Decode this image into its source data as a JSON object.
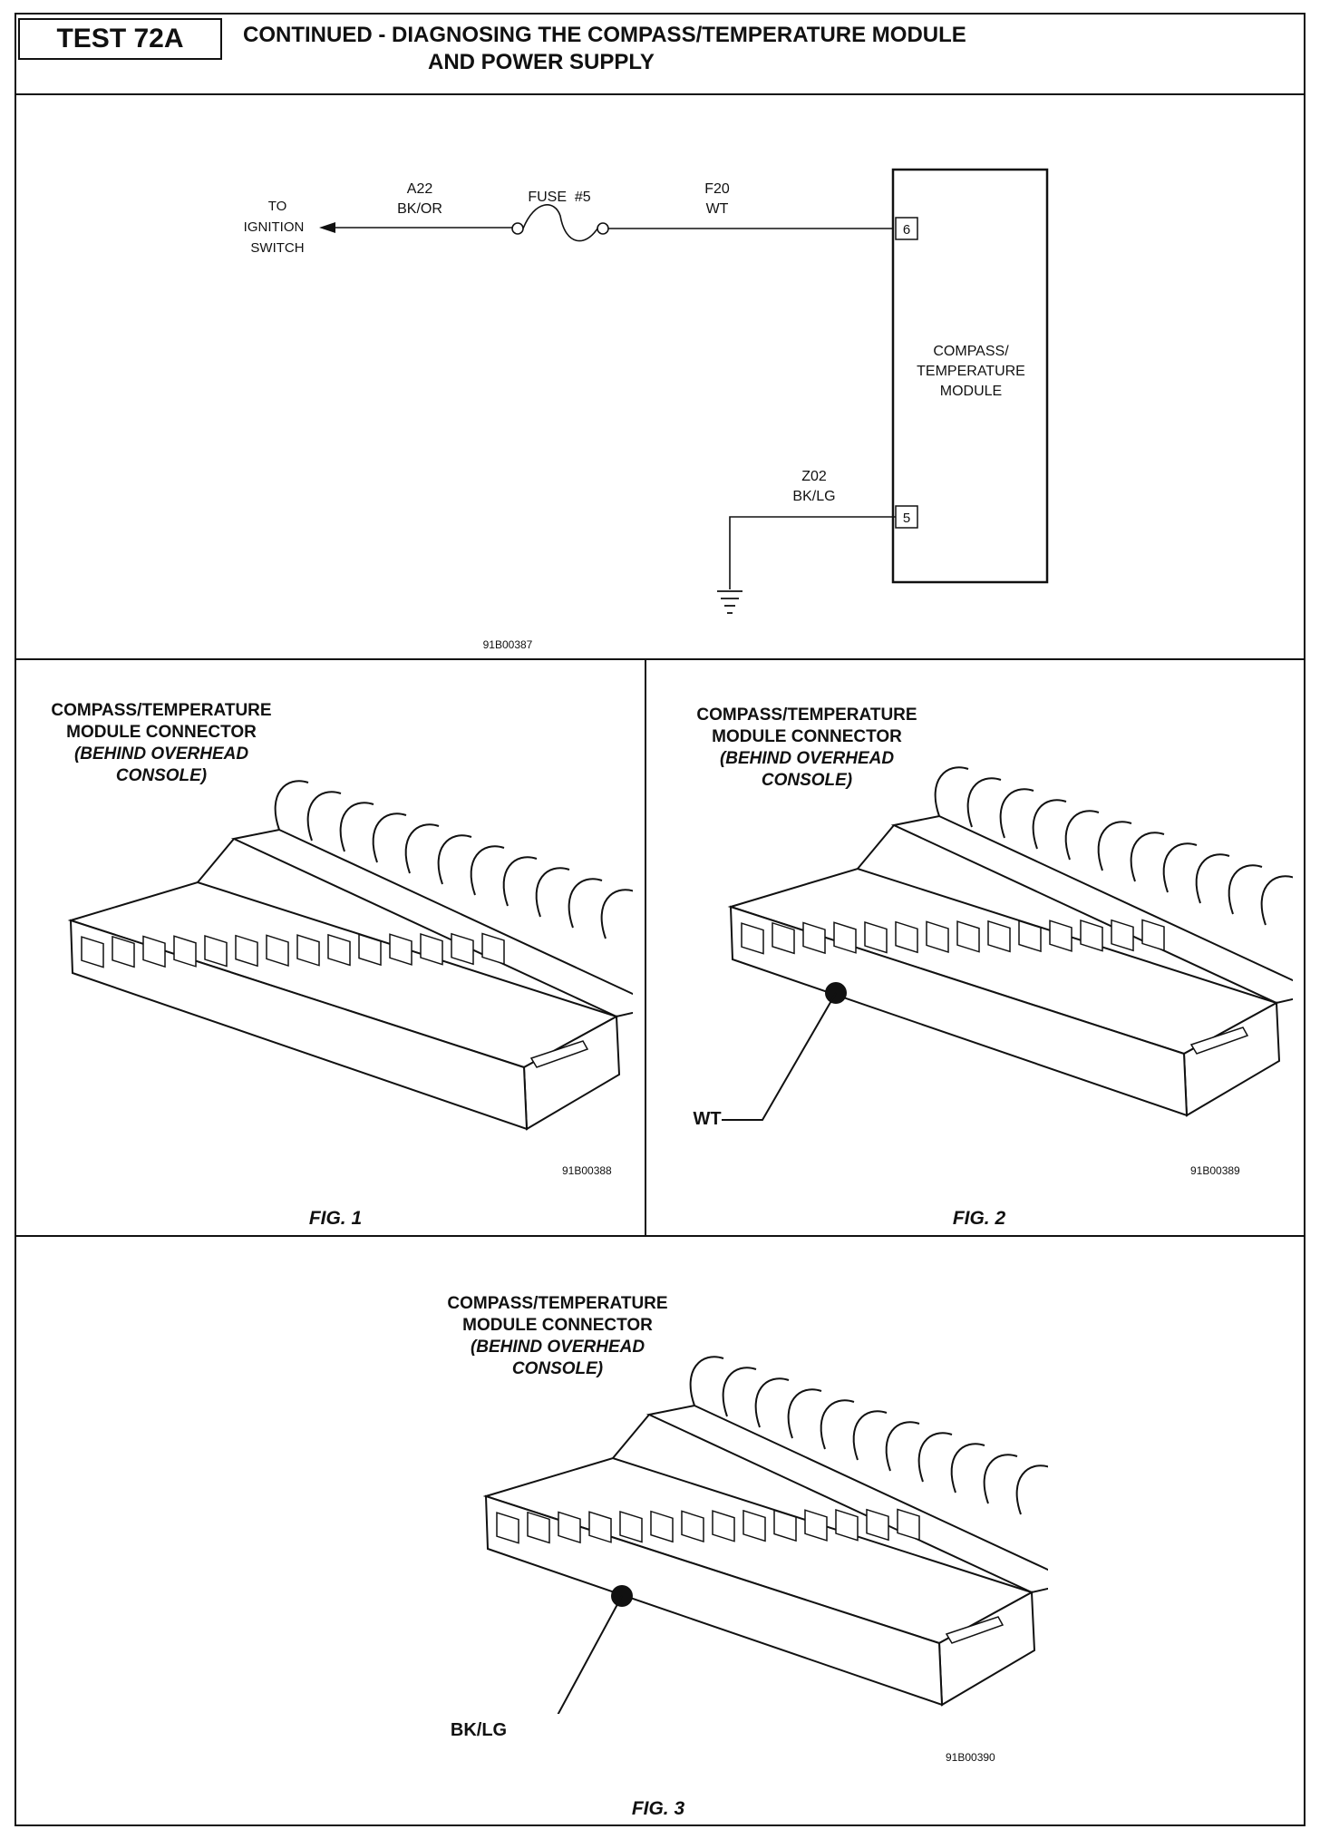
{
  "header": {
    "test_number": "TEST 72A",
    "title_line1": "CONTINUED -  DIAGNOSING THE COMPASS/TEMPERATURE MODULE",
    "title_line2": "AND POWER SUPPLY"
  },
  "schematic": {
    "ignition_label": [
      "TO",
      "IGNITION",
      "SWITCH"
    ],
    "wire_a22_circuit": "A22",
    "wire_a22_color": "BK/OR",
    "fuse_label": "FUSE  #5",
    "wire_f20_circuit": "F20",
    "wire_f20_color": "WT",
    "module_name": [
      "COMPASS/",
      "TEMPERATURE",
      "MODULE"
    ],
    "pin_top": "6",
    "pin_bottom": "5",
    "wire_z02_circuit": "Z02",
    "wire_z02_color": "BK/LG",
    "figure_code": "91B00387"
  },
  "figures": [
    {
      "title_line1": "COMPASS/TEMPERATURE",
      "title_line2": "MODULE CONNECTOR",
      "title_line3": "(BEHIND OVERHEAD",
      "title_line4": "CONSOLE)",
      "callout": "",
      "code": "91B00388",
      "caption": "FIG. 1"
    },
    {
      "title_line1": "COMPASS/TEMPERATURE",
      "title_line2": "MODULE CONNECTOR",
      "title_line3": "(BEHIND OVERHEAD",
      "title_line4": "CONSOLE)",
      "callout": "WT",
      "code": "91B00389",
      "caption": "FIG. 2"
    },
    {
      "title_line1": "COMPASS/TEMPERATURE",
      "title_line2": "MODULE CONNECTOR",
      "title_line3": "(BEHIND OVERHEAD",
      "title_line4": "CONSOLE)",
      "callout": "BK/LG",
      "code": "91B00390",
      "caption": "FIG. 3"
    }
  ]
}
